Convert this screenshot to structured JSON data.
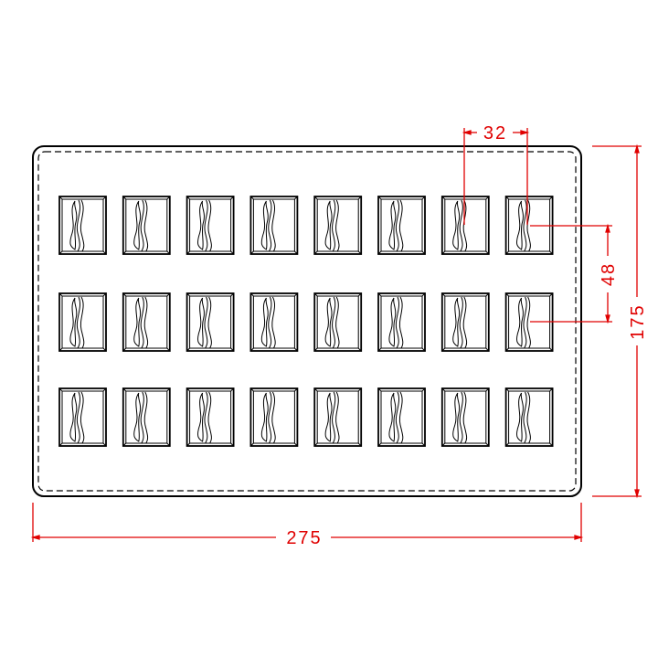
{
  "drawing": {
    "rows": 3,
    "columns": 8,
    "colors": {
      "outline": "#000000",
      "dimension": "#e00000",
      "background": "#ffffff"
    }
  },
  "dimensions": {
    "pitch_x": "32",
    "pitch_y": "48",
    "height": "175",
    "width": "275"
  }
}
